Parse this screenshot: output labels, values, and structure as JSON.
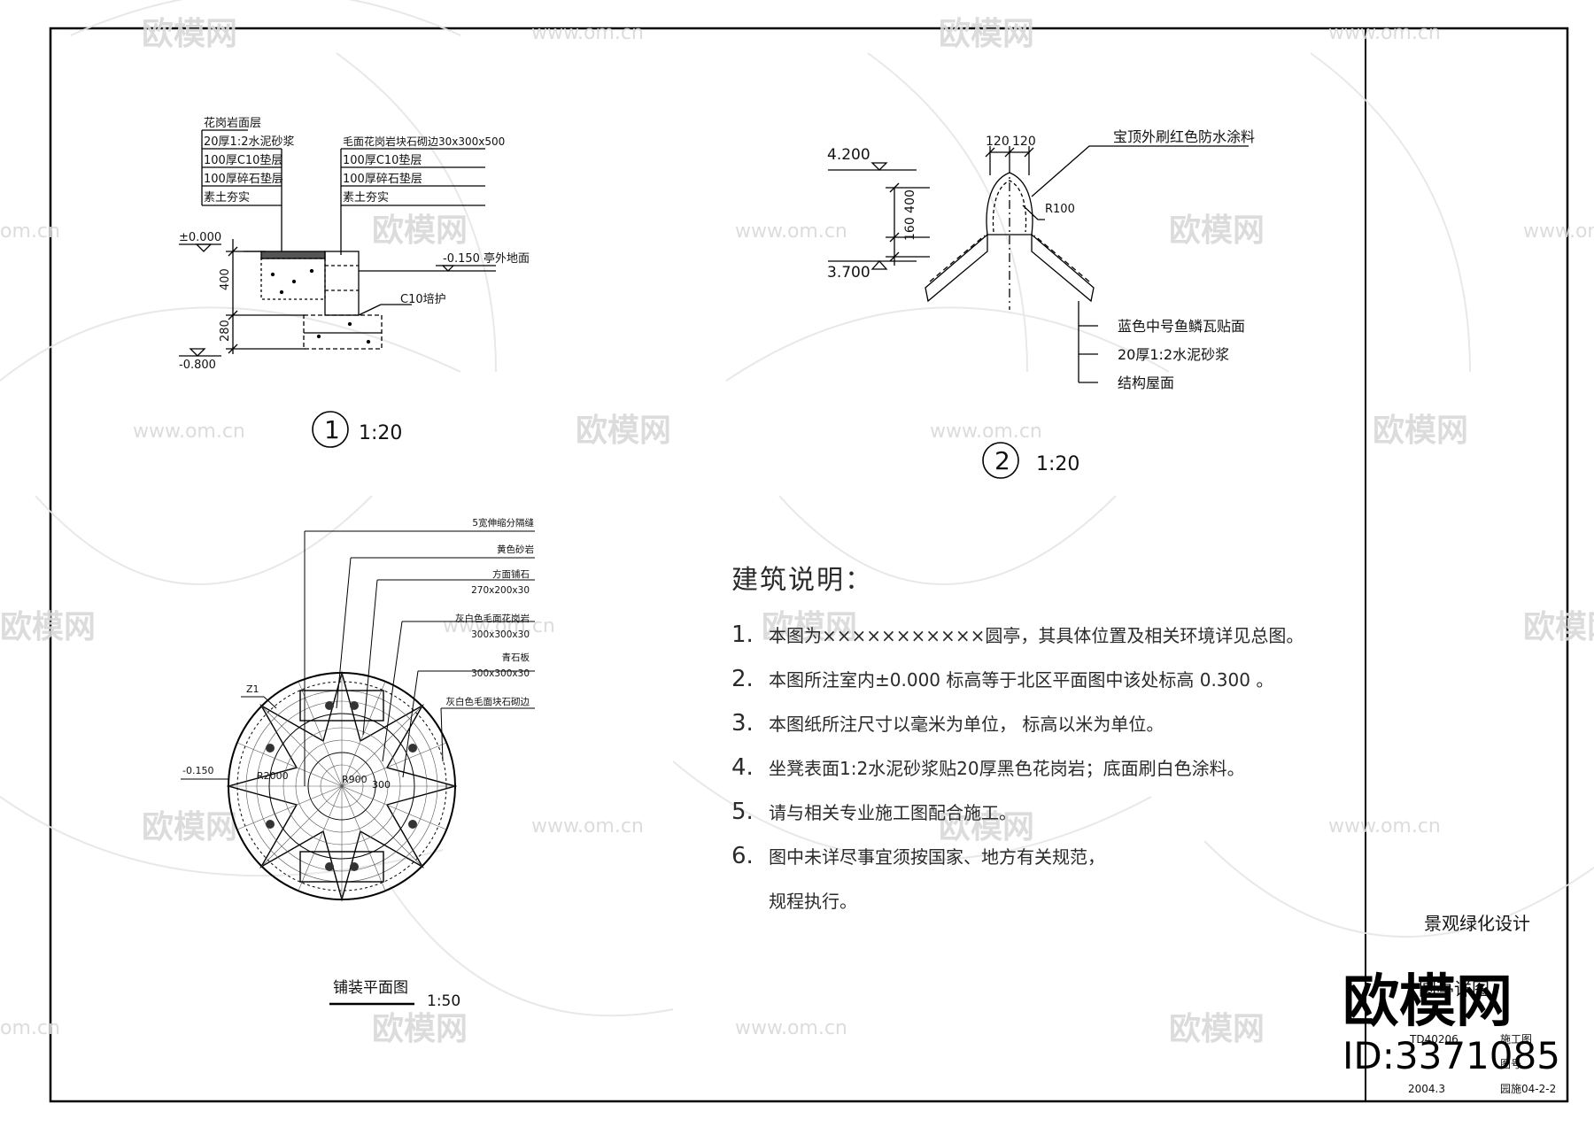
{
  "watermark": {
    "brand": "欧模网",
    "url": "www.om.cn",
    "url_short": "om.cn"
  },
  "detail1": {
    "layers_left": [
      "花岗岩面层",
      "20厚1:2水泥砂浆",
      "100厚C10垫层",
      "100厚碎石垫层",
      "素土夯实"
    ],
    "layers_right": [
      "毛面花岗岩块石砌边30x300x500",
      "100厚C10垫层",
      "100厚碎石垫层",
      "素土夯实"
    ],
    "elev_top": "±0.000",
    "elev_outside": "-0.150 亭外地面",
    "elev_bottom": "-0.800",
    "dim_upper": "400",
    "dim_lower": "280",
    "protect_label": "C10培护",
    "number": "1",
    "scale": "1:20"
  },
  "detail2": {
    "elev_top": "4.200",
    "elev_bottom": "3.700",
    "dim_vertical": "160 400",
    "dim_a": "120",
    "dim_b": "120",
    "radius": "R100",
    "callout_top": "宝顶外刷红色防水涂料",
    "layers": [
      "蓝色中号鱼鳞瓦贴面",
      "20厚1:2水泥砂浆",
      "结构屋面"
    ],
    "number": "2",
    "scale": "1:20"
  },
  "paving": {
    "callouts": [
      {
        "t": "5宽伸缩分隔缝",
        "s": ""
      },
      {
        "t": "黄色砂岩",
        "s": ""
      },
      {
        "t": "方面铺石",
        "s": "270x200x30"
      },
      {
        "t": "灰白色毛面花岗岩",
        "s": "300x300x30"
      },
      {
        "t": "青石板",
        "s": "300x300x30"
      },
      {
        "t": "灰白色毛面块石砌边",
        "s": ""
      }
    ],
    "label_z1": "Z1",
    "elev": "-0.150",
    "r_outer": "R2000",
    "r_inner": "R900",
    "dim_small": "300",
    "title": "铺装平面图",
    "scale": "1:50"
  },
  "notes": {
    "heading": "建筑说明：",
    "items": [
      {
        "n": "1.",
        "t": "本图为×××××××××××圆亭，其具体位置及相关环境详见总图。"
      },
      {
        "n": "2.",
        "t": "本图所注室内±0.000  标高等于北区平面图中该处标高 0.300 。"
      },
      {
        "n": "3.",
        "t": "本图纸所注尺寸以毫米为单位，  标高以米为单位。"
      },
      {
        "n": "4.",
        "t": "坐凳表面1:2水泥砂浆贴20厚黑色花岗岩；底面刷白色涂料。"
      },
      {
        "n": "5.",
        "t": "请与相关专业施工图配合施工。"
      },
      {
        "n": "6.",
        "t": "图中未详尽事宜须按国家、地方有关规范，"
      }
    ],
    "continuation": "规程执行。"
  },
  "title_block": {
    "project": "景观绿化设计",
    "drawing": "圆亭详图",
    "code": "TD40206",
    "phase": "施工图",
    "sheet_label": "图号",
    "date": "2004.3",
    "sheet_no": "园施04-2-2"
  },
  "stamp": {
    "brand": "欧模网",
    "id": "ID:3371085"
  }
}
